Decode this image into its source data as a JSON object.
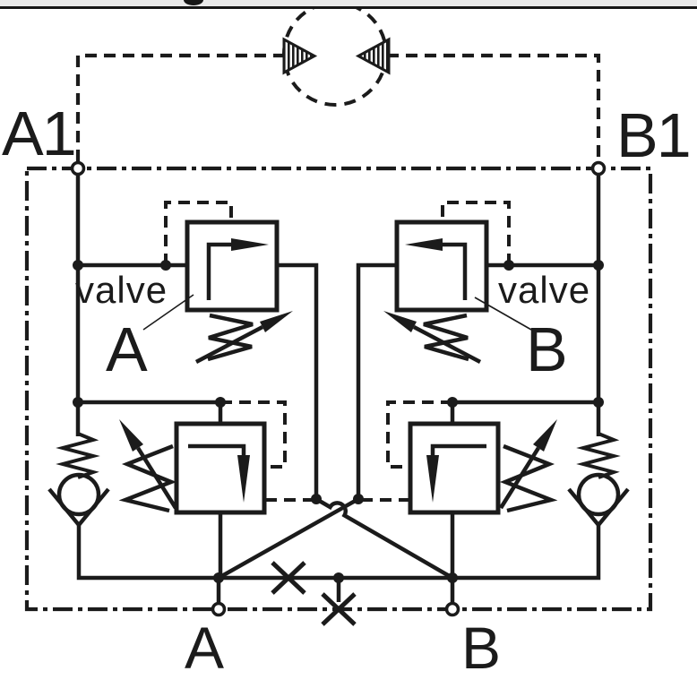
{
  "diagram": {
    "kind": "hydraulic-circuit-schematic",
    "colors": {
      "line": "#1b1b1b",
      "background": "#ffffff",
      "top_bar": "#e9e9e9",
      "top_bar_line": "#161616"
    },
    "labels": {
      "top_left_port": "A1",
      "top_right_port": "B1",
      "left_valve_word": "valve",
      "left_valve_letter": "A",
      "right_valve_word": "valve",
      "right_valve_letter": "B",
      "bottom_left_port": "A",
      "bottom_right_port": "B"
    }
  }
}
